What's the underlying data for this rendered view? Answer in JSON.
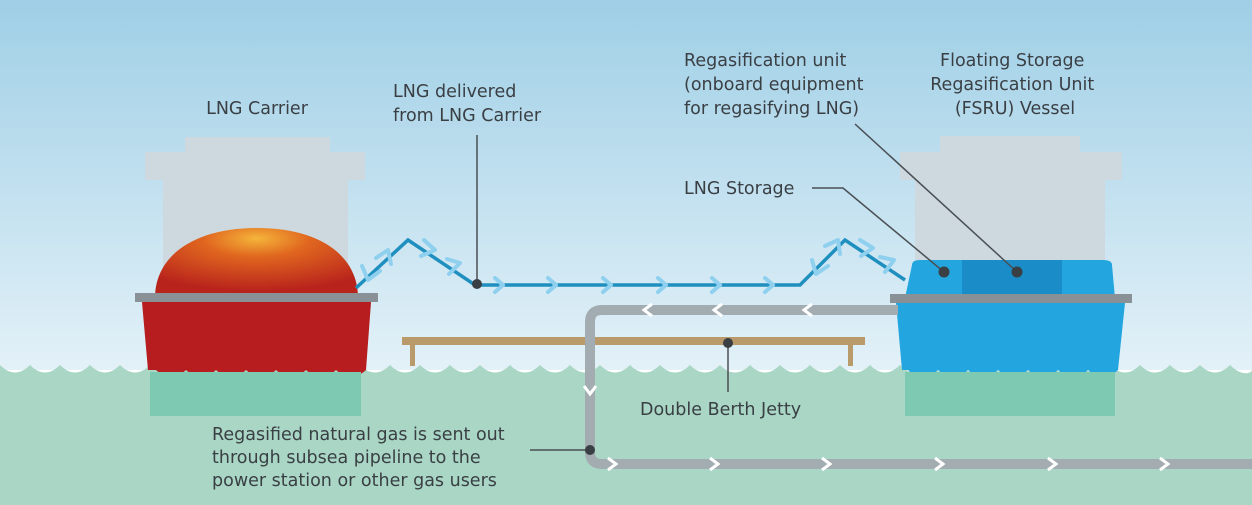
{
  "labels": {
    "lng_carrier": "LNG Carrier",
    "lng_delivered": [
      "LNG delivered",
      "from LNG Carrier"
    ],
    "regas_unit": [
      "Regasification unit",
      "(onboard equipment",
      "for regasifying LNG)"
    ],
    "fsru": [
      "Floating Storage",
      "Regasification Unit",
      "(FSRU) Vessel"
    ],
    "lng_storage": "LNG Storage",
    "double_berth_jetty": "Double Berth Jetty",
    "regasified_gas": [
      "Regasified natural gas is sent out",
      "through subsea pipeline to the",
      "power station or other gas users"
    ]
  },
  "colors": {
    "sky_top": "#9fcfe6",
    "sky_bottom": "#e3f1f8",
    "sea": "#a9d6c5",
    "carrier_hull": "#b71c1f",
    "carrier_dome": "#d94a1e",
    "fsru_hull": "#23a6e0",
    "lng_line": "#1f8fbf",
    "lng_arrow": "#8fd0ef",
    "gas_pipe": "#a3acb1",
    "jetty": "#b89a6b",
    "superstructure": "#cdd9df",
    "deck": "#8a9196"
  }
}
